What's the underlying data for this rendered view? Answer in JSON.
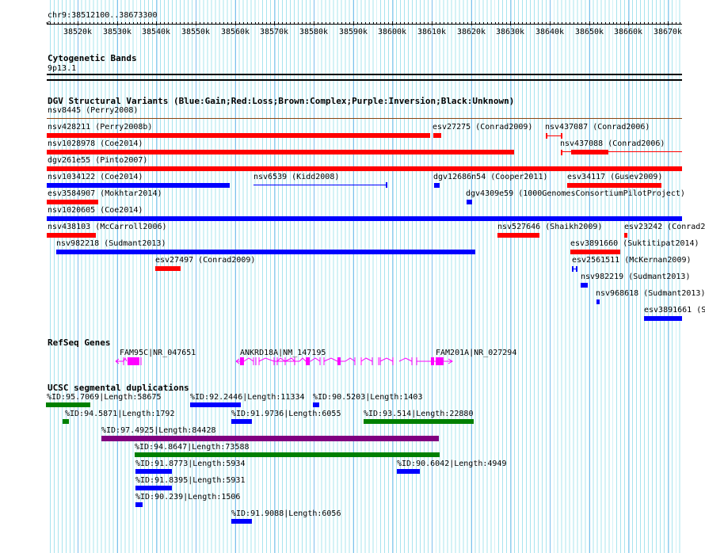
{
  "ruler": {
    "location": "chr9:38512100..38673300",
    "ticks": [
      "38520k",
      "38530k",
      "38540k",
      "38550k",
      "38560k",
      "38570k",
      "38580k",
      "38590k",
      "38600k",
      "38610k",
      "38620k",
      "38630k",
      "38640k",
      "38650k",
      "38660k",
      "38670k"
    ]
  },
  "cytoband": {
    "title": "Cytogenetic Bands",
    "band": "9p13.1"
  },
  "dgv": {
    "title": "DGV Structural Variants (Blue:Gain;Red:Loss;Brown:Complex;Purple:Inversion;Black:Unknown)",
    "colors": {
      "gain": "#0000ff",
      "loss": "#ff0000",
      "complex": "#8b4513"
    },
    "features": [
      {
        "label": "nsv8445 (Perry2008)",
        "type": "complex"
      },
      {
        "label": "nsv428211 (Perry2008b)",
        "type": "loss"
      },
      {
        "label": "esv27275 (Conrad2009)",
        "type": "loss"
      },
      {
        "label": "nsv437087 (Conrad2006)",
        "type": "loss"
      },
      {
        "label": "nsv1028978 (Coe2014)",
        "type": "loss"
      },
      {
        "label": "nsv437088 (Conrad2006)",
        "type": "loss"
      },
      {
        "label": "dgv261e55 (Pinto2007)",
        "type": "loss"
      },
      {
        "label": "nsv1034122 (Coe2014)",
        "type": "gain"
      },
      {
        "label": "nsv6539 (Kidd2008)",
        "type": "gain"
      },
      {
        "label": "dgv12686n54 (Cooper2011)",
        "type": "gain"
      },
      {
        "label": "esv34117 (Gusev2009)",
        "type": "loss"
      },
      {
        "label": "esv3584907 (Mokhtar2014)",
        "type": "loss"
      },
      {
        "label": "dgv4309e59 (1000GenomesConsortiumPilotProject)",
        "type": "gain"
      },
      {
        "label": "nsv1020605 (Coe2014)",
        "type": "gain"
      },
      {
        "label": "nsv438103 (McCarroll2006)",
        "type": "loss"
      },
      {
        "label": "nsv527646 (Shaikh2009)",
        "type": "loss"
      },
      {
        "label": "esv23242 (Conrad2",
        "type": "loss"
      },
      {
        "label": "nsv982218 (Sudmant2013)",
        "type": "gain"
      },
      {
        "label": "esv3891660 (Suktitipat2014)",
        "type": "loss"
      },
      {
        "label": "esv27497 (Conrad2009)",
        "type": "loss"
      },
      {
        "label": "esv2561511 (McKernan2009)",
        "type": "gain"
      },
      {
        "label": "nsv982219 (Sudmant2013)",
        "type": "gain"
      },
      {
        "label": "nsv968618 (Sudmant2013)",
        "type": "gain"
      },
      {
        "label": "esv3891661 (S",
        "type": "gain"
      }
    ]
  },
  "refseq": {
    "title": "RefSeq Genes",
    "color": "#ff00ff",
    "genes": [
      {
        "label": "FAM95C|NR_047651"
      },
      {
        "label": "ANKRD18A|NM_147195"
      },
      {
        "label": "FAM201A|NR_027294"
      }
    ]
  },
  "segdup": {
    "title": "UCSC segmental duplications",
    "features": [
      {
        "label": "%ID:95.7069|Length:58675",
        "color": "#008000"
      },
      {
        "label": "%ID:92.2446|Length:11334",
        "color": "#0000ff"
      },
      {
        "label": "%ID:90.5203|Length:1403",
        "color": "#0000ff"
      },
      {
        "label": "%ID:94.5871|Length:1792",
        "color": "#008000"
      },
      {
        "label": "%ID:91.9736|Length:6055",
        "color": "#0000ff"
      },
      {
        "label": "%ID:93.514|Length:22880",
        "color": "#008000"
      },
      {
        "label": "%ID:97.4925|Length:84428",
        "color": "#800080"
      },
      {
        "label": "%ID:94.8647|Length:73588",
        "color": "#008000"
      },
      {
        "label": "%ID:91.8773|Length:5934",
        "color": "#0000ff"
      },
      {
        "label": "%ID:90.6042|Length:4949",
        "color": "#0000ff"
      },
      {
        "label": "%ID:91.8395|Length:5931",
        "color": "#0000ff"
      },
      {
        "label": "%ID:90.239|Length:1506",
        "color": "#0000ff"
      },
      {
        "label": "%ID:91.9088|Length:6056",
        "color": "#0000ff"
      }
    ]
  }
}
